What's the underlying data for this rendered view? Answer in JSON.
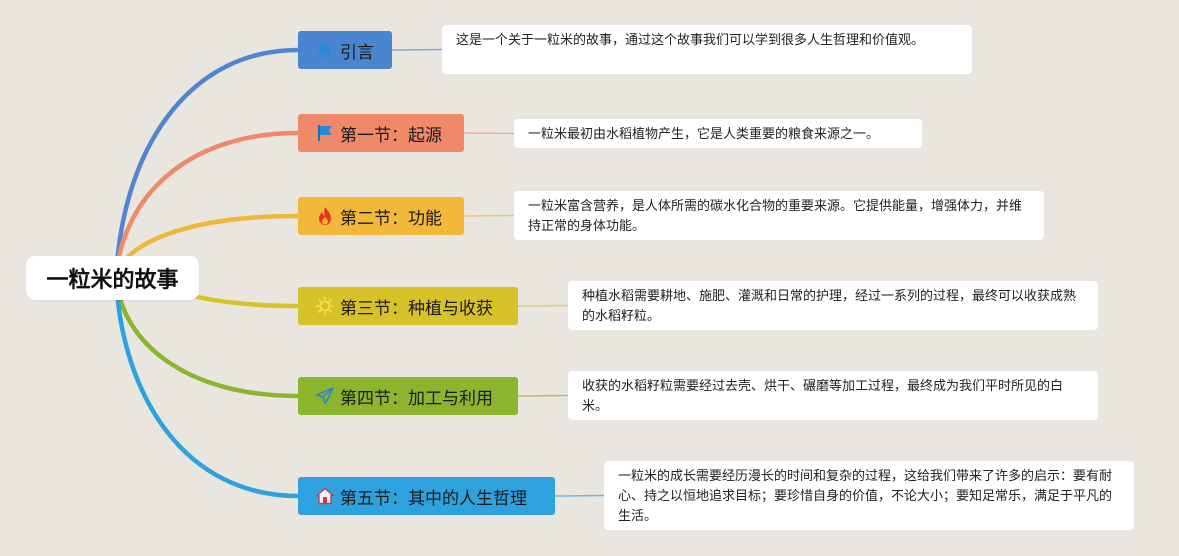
{
  "root": {
    "label": "一粒米的故事"
  },
  "topics": [
    {
      "label": "引言",
      "color": "#4a86cf",
      "line_color": "#4f86cf",
      "icon": "home-icon",
      "note": "这是一个关于一粒米的故事，通过这个故事我们可以学到很多人生哲理和价值观。"
    },
    {
      "label": "第一节：起源",
      "color": "#f0896a",
      "line_color": "#f0896a",
      "icon": "flag-icon",
      "note": "一粒米最初由水稻植物产生，它是人类重要的粮食来源之一。"
    },
    {
      "label": "第二节：功能",
      "color": "#f2b83a",
      "line_color": "#f0b83a",
      "icon": "fire-icon",
      "note": "一粒米富含营养，是人体所需的碳水化合物的重要来源。它提供能量，增强体力，并维持正常的身体功能。"
    },
    {
      "label": "第三节：种植与收获",
      "color": "#d8c229",
      "line_color": "#d8c229",
      "icon": "sun-icon",
      "note": "种植水稻需要耕地、施肥、灌溉和日常的护理，经过一系列的过程，最终可以收获成熟的水稻籽粒。"
    },
    {
      "label": "第四节：加工与利用",
      "color": "#8cb42e",
      "line_color": "#8cb42e",
      "icon": "paper-plane-icon",
      "note": "收获的水稻籽粒需要经过去壳、烘干、碾磨等加工过程，最终成为我们平时所见的白米。"
    },
    {
      "label": "第五节：其中的人生哲理",
      "color": "#2ea2de",
      "line_color": "#2ea2de",
      "icon": "house-icon",
      "note": "一粒米的成长需要经历漫长的时间和复杂的过程，这给我们带来了许多的启示：要有耐心、持之以恒地追求目标；要珍惜自身的价值，不论大小；要知足常乐，满足于平凡的生活。"
    }
  ]
}
